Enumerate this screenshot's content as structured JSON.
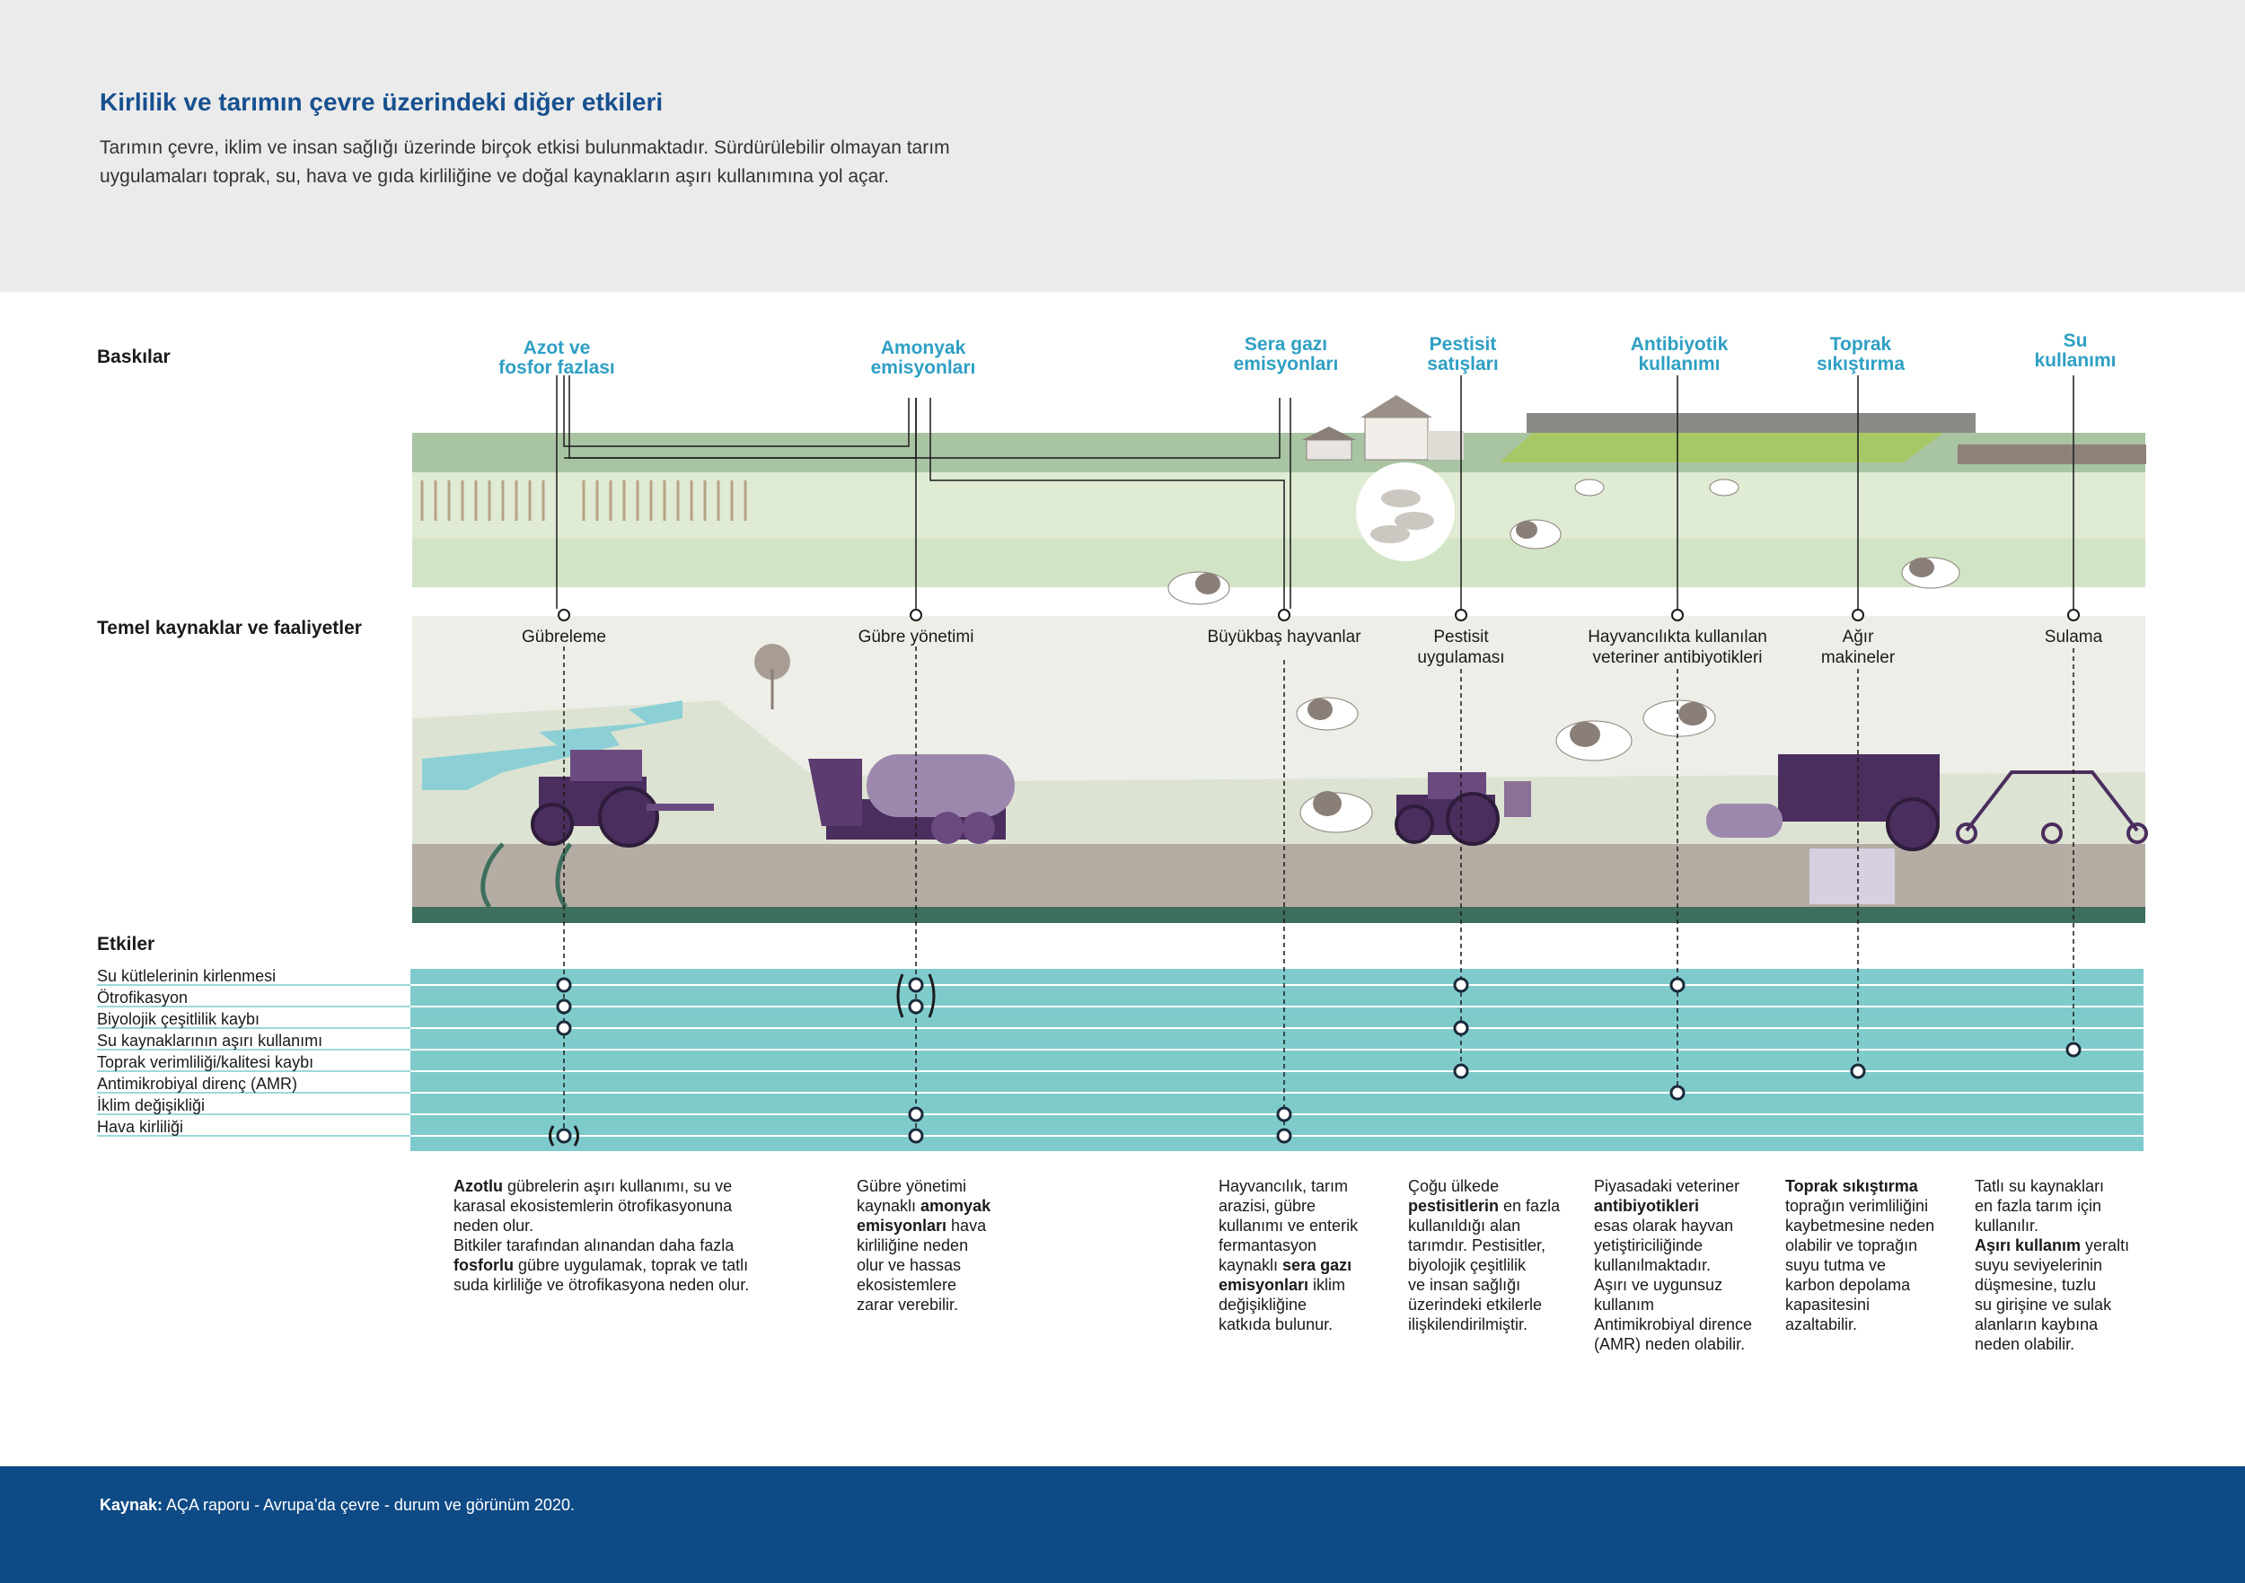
{
  "title": "Kirlilik ve tarımın çevre üzerindeki diğer etkileri",
  "intro": [
    "Tarımın çevre, iklim ve insan sağlığı üzerinde birçok etkisi bulunmaktadır. Sürdürülebilir olmayan tarım",
    "uygulamaları toprak, su, hava ve gıda kirliliğine ve doğal kaynakların aşırı kullanımına yol açar."
  ],
  "sections": {
    "pressures": "Baskılar",
    "activities": "Temel kaynaklar ve faaliyetler",
    "effects": "Etkiler"
  },
  "pressures": [
    {
      "line1": "Azot ve",
      "line2": "fosfor fazlası"
    },
    {
      "line1": "Amonyak",
      "line2": "emisyonları"
    },
    {
      "line1": "Sera gazı",
      "line2": "emisyonları"
    },
    {
      "line1": "Pestisit",
      "line2": "satışları"
    },
    {
      "line1": "Antibiyotik",
      "line2": "kullanımı"
    },
    {
      "line1": "Toprak",
      "line2": "sıkıştırma"
    },
    {
      "line1": "Su",
      "line2": "kullanımı"
    }
  ],
  "activities": [
    {
      "line1": "Gübreleme",
      "line2": ""
    },
    {
      "line1": "Gübre yönetimi",
      "line2": ""
    },
    {
      "line1": "Büyükbaş hayvanlar",
      "line2": ""
    },
    {
      "line1": "Pestisit",
      "line2": "uygulaması"
    },
    {
      "line1": "Hayvancılıkta kullanılan",
      "line2": "veteriner antibiyotikleri"
    },
    {
      "line1": "Ağır",
      "line2": "makineler"
    },
    {
      "line1": "Sulama",
      "line2": ""
    }
  ],
  "effects": [
    "Su kütlelerinin kirlenmesi",
    "Ötrofikasyon",
    "Biyolojik çeşitlilik kaybı",
    "Su kaynaklarının aşırı kullanımı",
    "Toprak verimliliği/kalitesi kaybı",
    "Antimikrobiyal direnç (AMR)",
    "İklim değişikliği",
    "Hava kirliliği"
  ],
  "descriptions": {
    "d0": {
      "l1b": "Azotlu",
      "l1": " gübrelerin aşırı kullanımı, su ve",
      "l2": "karasal ekosistemlerin ötrofikasyonuna",
      "l3": "neden olur.",
      "l4": "Bitkiler tarafından alınandan daha fazla",
      "l5b": "fosforlu",
      "l5": " gübre uygulamak, toprak ve tatlı",
      "l6": "suda kirliliğe ve ötrofikasyona neden olur."
    },
    "d1": {
      "l1": "Gübre yönetimi",
      "l2": "kaynaklı ",
      "l2b": "amonyak",
      "l3b": "emisyonları",
      "l3": " hava",
      "l4": "kirliliğine neden",
      "l5": "olur ve hassas",
      "l6": "ekosistemlere",
      "l7": "zarar verebilir."
    },
    "d2": {
      "l1": "Hayvancılık, tarım",
      "l2": "arazisi, gübre",
      "l3": "kullanımı ve enterik",
      "l4": "fermantasyon",
      "l5": "kaynaklı ",
      "l5b": "sera gazı",
      "l6b": "emisyonları",
      "l6": " iklim",
      "l7": "değişikliğine",
      "l8": "katkıda bulunur."
    },
    "d3": {
      "l1": "Çoğu ülkede",
      "l2b": "pestisitlerin",
      "l2": " en fazla",
      "l3": "kullanıldığı alan",
      "l4": "tarımdır. Pestisitler,",
      "l5": "biyolojik çeşitlilik",
      "l6": "ve insan sağlığı",
      "l7": "üzerindeki etkilerle",
      "l8": "ilişkilendirilmiştir."
    },
    "d4": {
      "l1": "Piyasadaki veteriner",
      "l2b": "antibiyotikleri",
      "l3": "esas olarak hayvan",
      "l4": "yetiştiriciliğinde",
      "l5": "kullanılmaktadır.",
      "l6": "Aşırı ve uygunsuz",
      "l7": "kullanım",
      "l8": "Antimikrobiyal dirence",
      "l9": "(AMR) neden olabilir."
    },
    "d5": {
      "l1b": "Toprak sıkıştırma",
      "l2": "toprağın verimliliğini",
      "l3": "kaybetmesine neden",
      "l4": "olabilir ve toprağın",
      "l5": "suyu tutma ve",
      "l6": "karbon depolama",
      "l7": "kapasitesini",
      "l8": "azaltabilir."
    },
    "d6": {
      "l1": "Tatlı su kaynakları",
      "l2": "en fazla tarım için",
      "l3": "kullanılır.",
      "l4b": "Aşırı kullanım",
      "l4": " yeraltı",
      "l5": "suyu seviyelerinin",
      "l6": "düşmesine, tuzlu",
      "l7": "su girişine ve sulak",
      "l8": "alanların kaybına",
      "l9": "neden olabilir."
    }
  },
  "source": {
    "label": "Kaynak:",
    "text": " AÇA raporu - Avrupa’da çevre - durum ve görünüm 2020."
  },
  "colors": {
    "title": "#17508f",
    "pressure": "#2f9fc4",
    "effects_band": "#7fcbcc",
    "footer": "#0e4a85",
    "machinery": "#4a2e5e",
    "field_green": "#dfebd3"
  }
}
